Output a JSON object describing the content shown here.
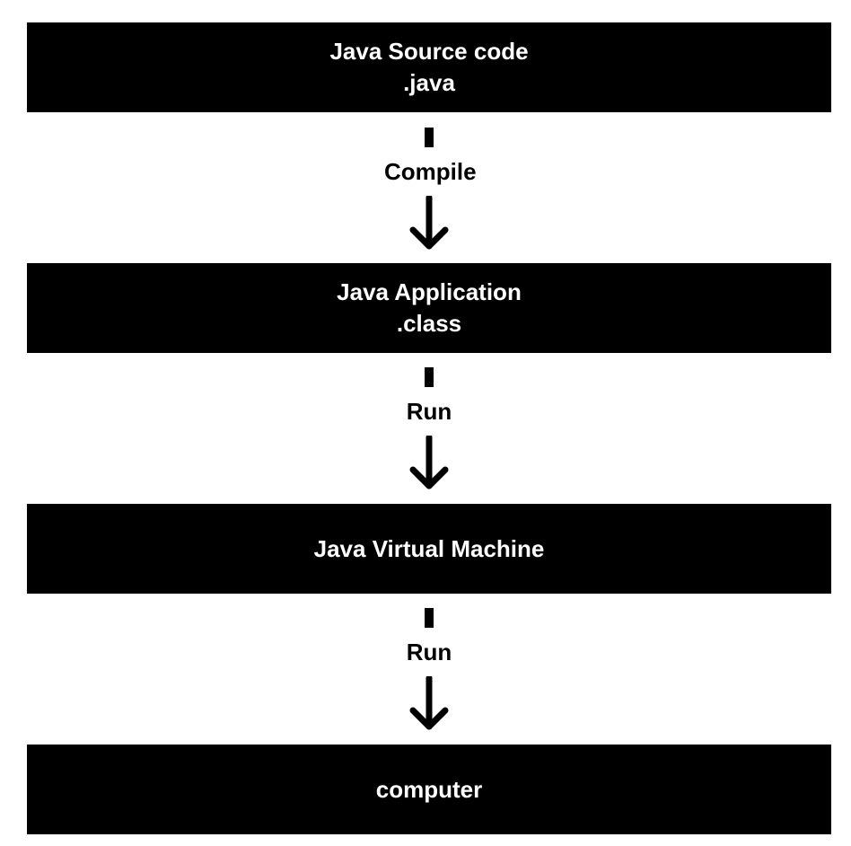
{
  "diagram": {
    "boxes": [
      {
        "line1": "Java Source code",
        "line2": ".java"
      },
      {
        "line1": "Java Application",
        "line2": ".class"
      },
      {
        "line1": "Java Virtual Machine"
      },
      {
        "line1": "computer"
      }
    ],
    "arrows": [
      {
        "label": "Compile"
      },
      {
        "label": "Run"
      },
      {
        "label": "Run"
      }
    ],
    "colors": {
      "box_fill": "#000000",
      "box_text": "#ffffff",
      "arrow": "#000000",
      "background": "#ffffff"
    }
  }
}
